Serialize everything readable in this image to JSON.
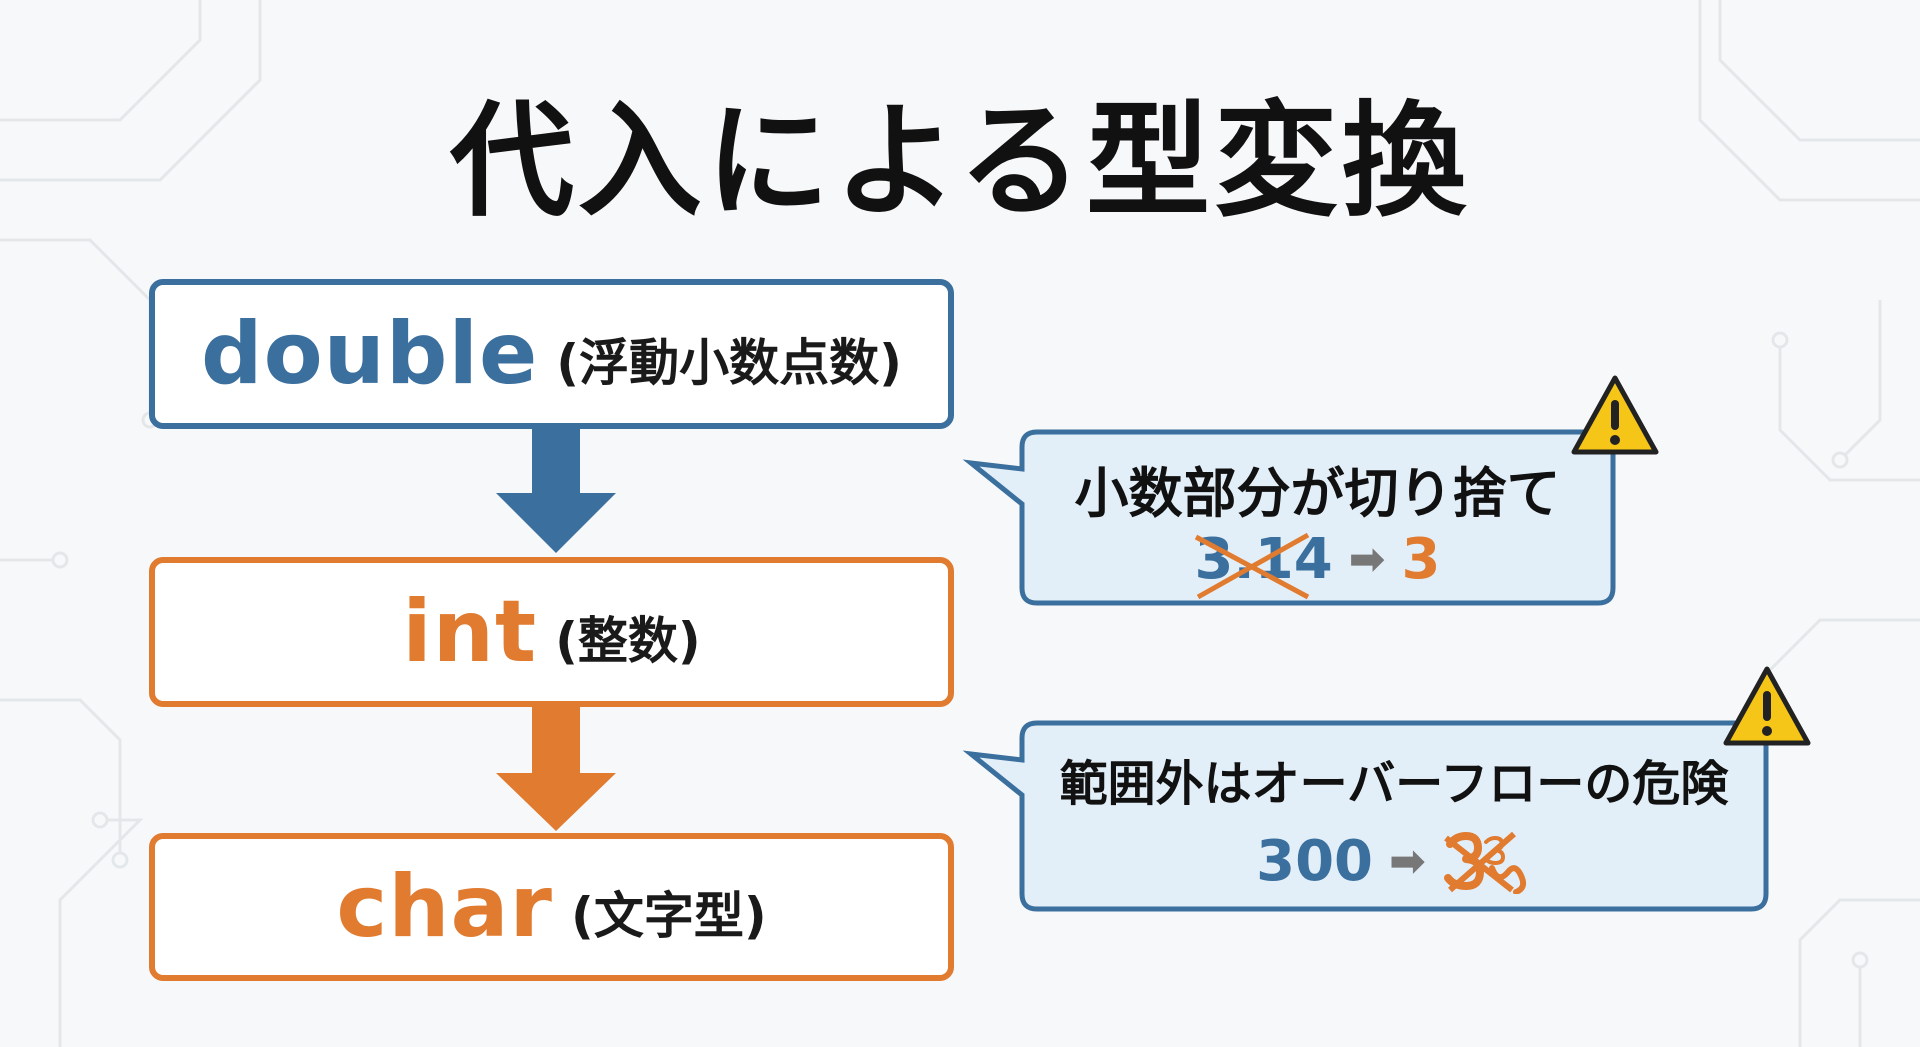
{
  "title": "代入による型変換",
  "types": [
    {
      "name": "double",
      "desc": "(浮動小数点数)"
    },
    {
      "name": "int",
      "desc": "(整数)"
    },
    {
      "name": "char",
      "desc": "(文字型)"
    }
  ],
  "callouts": [
    {
      "text": "小数部分が切り捨て",
      "from": "3.14",
      "to": "3"
    },
    {
      "text": "範囲外はオーバーフローの危険",
      "from": "300",
      "to_icon": "garbled-crossed-value-icon"
    }
  ],
  "colors": {
    "blue": "#3a6f9e",
    "orange": "#e07b30",
    "bubble_fill": "#e3eff8",
    "warning": "#f5c518"
  }
}
